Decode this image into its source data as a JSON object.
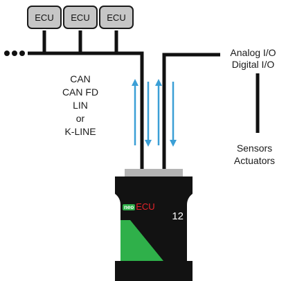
{
  "ecus": [
    "ECU",
    "ECU",
    "ECU"
  ],
  "bus_protocols": [
    "CAN",
    "CAN FD",
    "LIN",
    "or",
    "K-LINE"
  ],
  "io_labels": [
    "Analog I/O",
    "Digital I/O"
  ],
  "peripheral_labels": [
    "Sensors",
    "Actuators"
  ],
  "device": {
    "brand_prefix": "neo",
    "brand_name": "ECU",
    "model": "12"
  },
  "colors": {
    "line": "#111111",
    "arrow": "#3b9fd6",
    "device_green": "#2fb04a",
    "device_black": "#121212",
    "ecu_fill": "#c6c6c6",
    "cap_gray": "#b4b4b4",
    "brand_red": "#e8232a"
  }
}
